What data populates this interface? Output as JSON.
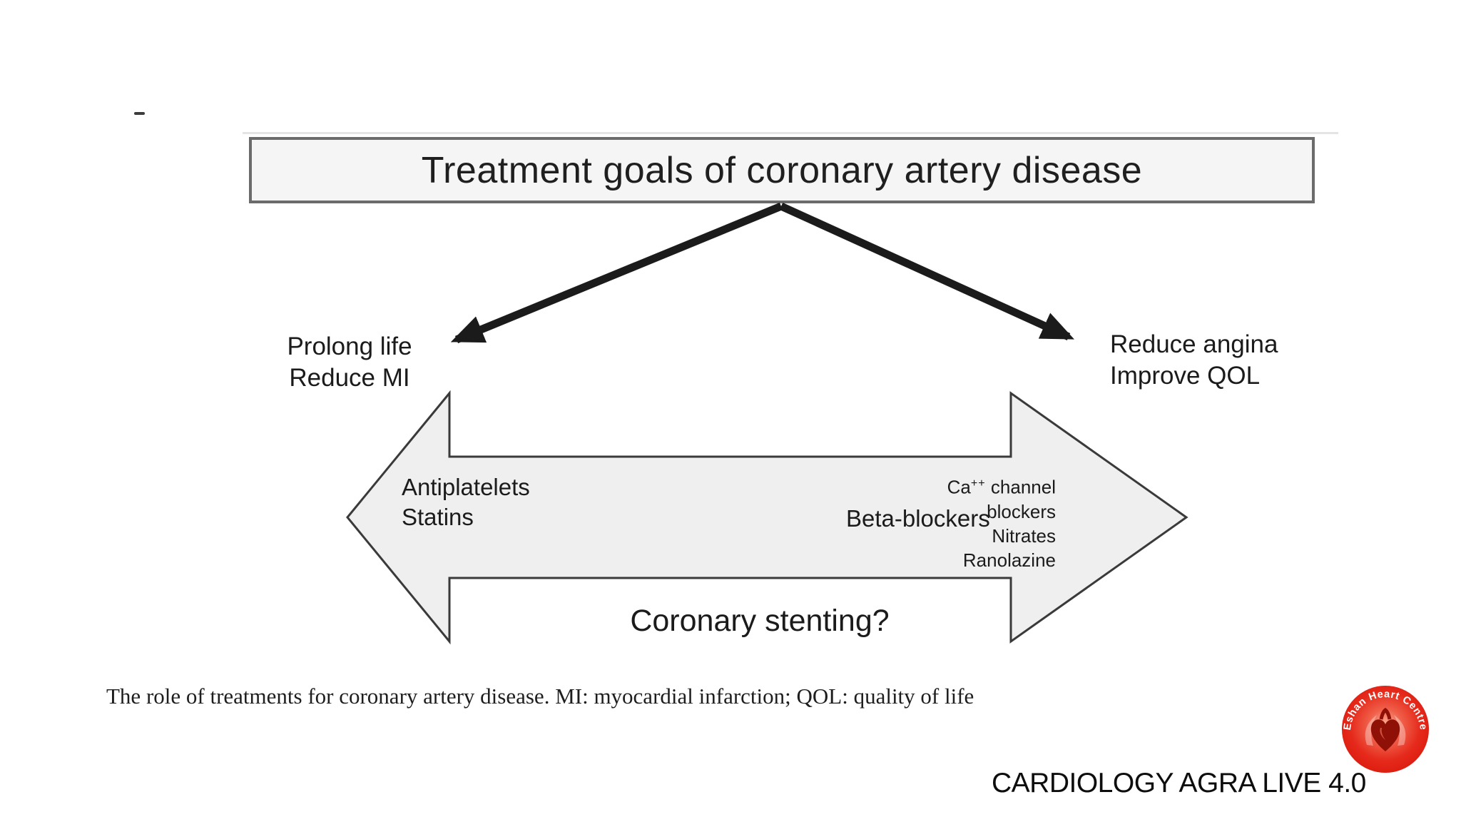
{
  "slide": {
    "title": "Treatment goals of coronary artery disease",
    "caption": "The role of treatments for coronary artery disease. MI: myocardial infarction; QOL: quality of life",
    "footer_text": "CARDIOLOGY AGRA LIVE 4.0"
  },
  "goals": {
    "left": {
      "line1": "Prolong life",
      "line2": "Reduce MI"
    },
    "right": {
      "line1": "Reduce angina",
      "line2": "Improve QOL"
    }
  },
  "treatments": {
    "left": {
      "line1": "Antiplatelets",
      "line2": "Statins"
    },
    "center": "Beta-blockers",
    "right": {
      "ca_base": "Ca",
      "ca_sup": "++",
      "ca_rest": " channel",
      "line2": "blockers",
      "line3": "Nitrates",
      "line4": "Ranolazine"
    },
    "question": "Coronary stenting?"
  },
  "logo": {
    "name": "Eshan Heart Centre"
  },
  "colors": {
    "arrow_fill": "#efefef",
    "arrow_stroke": "#3a3a3a",
    "connector": "#1b1b1b",
    "title_box_fill": "#f5f5f5",
    "title_box_border": "#6b6b6b",
    "logo_red": "#e5291b",
    "logo_red_light": "#f0604a",
    "logo_heart": "#8f1007",
    "text": "#1c1c1c"
  }
}
